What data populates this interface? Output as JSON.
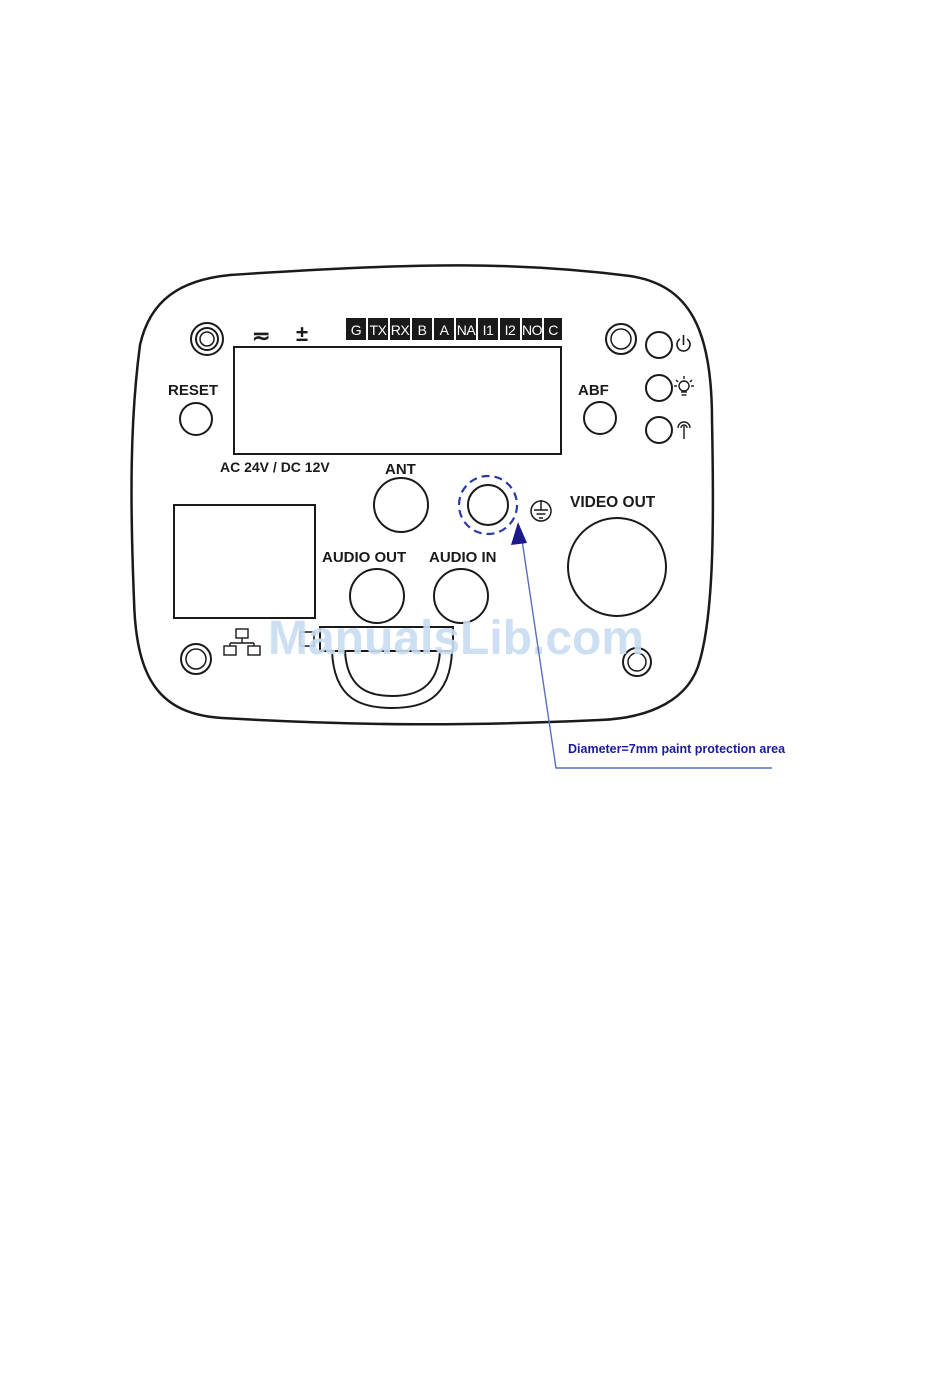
{
  "panel": {
    "power_symbols": {
      "ac_dc": "≂",
      "plus_minus": "±"
    },
    "terminals": [
      "G",
      "TX",
      "RX",
      "B",
      "A",
      "NA",
      "I1",
      "I2",
      "NO",
      "C"
    ],
    "labels": {
      "reset": "RESET",
      "abf": "ABF",
      "power_rating": "AC 24V / DC 12V",
      "ant": "ANT",
      "video_out": "VIDEO OUT",
      "audio_out": "AUDIO OUT",
      "audio_in": "AUDIO IN"
    },
    "led_icons": [
      "power-icon",
      "light-bulb-icon",
      "antenna-icon"
    ],
    "ground_icon": "ground-icon",
    "network_icon": "network-icon"
  },
  "annotation": {
    "text": "Diameter=7mm paint protection area",
    "color": "#1a1aa0"
  },
  "watermark": {
    "text": "ManualsLib.com",
    "color": "#c8dcf2"
  }
}
